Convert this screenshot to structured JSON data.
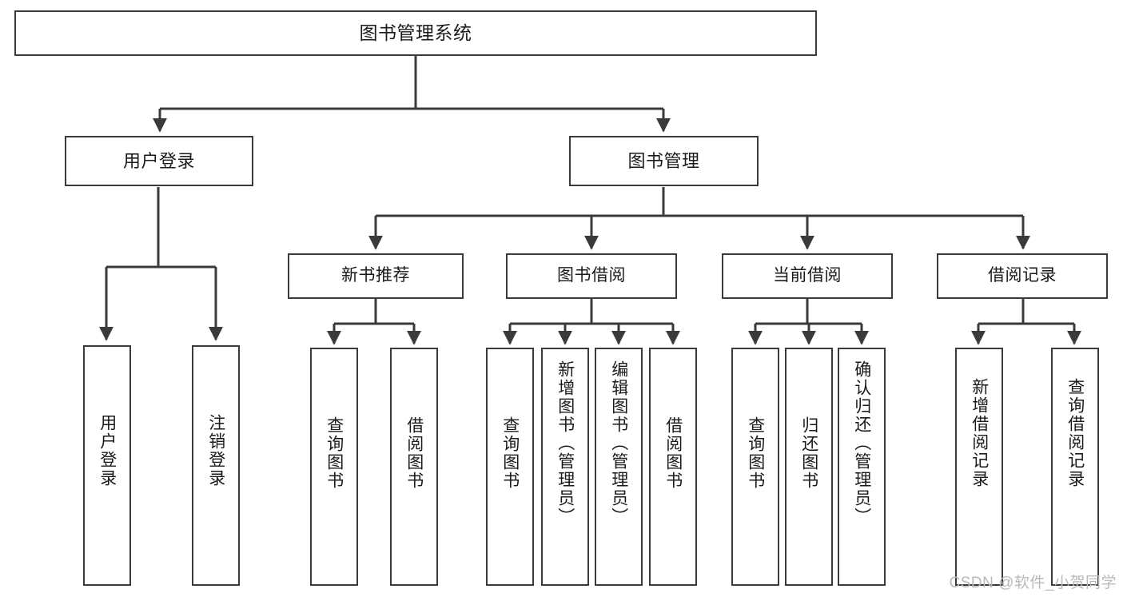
{
  "diagram": {
    "title": "图书管理系统",
    "type": "hierarchy-tree",
    "root": {
      "label": "图书管理系统"
    },
    "level2": [
      {
        "label": "用户登录"
      },
      {
        "label": "图书管理"
      }
    ],
    "level3": [
      {
        "label": "新书推荐"
      },
      {
        "label": "图书借阅"
      },
      {
        "label": "当前借阅"
      },
      {
        "label": "借阅记录"
      }
    ],
    "leaves": {
      "user_login": [
        {
          "label": "用户登录"
        },
        {
          "label": "注销登录"
        }
      ],
      "new_book_recommend": [
        {
          "label": "查询图书"
        },
        {
          "label": "借阅图书"
        }
      ],
      "book_borrow": [
        {
          "label": "查询图书"
        },
        {
          "label": "新增图书（管理员）"
        },
        {
          "label": "编辑图书（管理员）"
        },
        {
          "label": "借阅图书"
        }
      ],
      "current_borrow": [
        {
          "label": "查询图书"
        },
        {
          "label": "归还图书"
        },
        {
          "label": "确认归还（管理员）"
        }
      ],
      "borrow_record": [
        {
          "label": "新增借阅记录"
        },
        {
          "label": "查询借阅记录"
        }
      ]
    },
    "colors": {
      "stroke": "#3a3a3a",
      "background": "#ffffff",
      "text": "#1a1a1a",
      "watermark": "#b9b9b9"
    }
  },
  "watermark": {
    "text": "CSDN @软件_小贺同学"
  }
}
